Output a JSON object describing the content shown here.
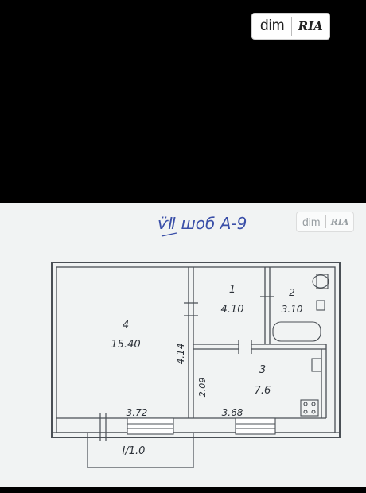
{
  "watermark": {
    "brand_text": "dim",
    "brand_badge": "RIA"
  },
  "plan": {
    "header_note": "ѵ̈Ⅱ шоб А-9",
    "rooms": [
      {
        "number": "4",
        "area": "15.40"
      },
      {
        "number": "1",
        "area": "4.10"
      },
      {
        "number": "2",
        "area": "3.10"
      },
      {
        "number": "3",
        "area": "7.6"
      }
    ],
    "dimensions": {
      "room4_width": "3.72",
      "room3_width": "3.68",
      "room4_height": "4.14",
      "room3_height": "2.09"
    },
    "balcony_label": "I/1.0"
  },
  "colors": {
    "background": "#000000",
    "paper": "#f1f3f3",
    "wall": "#4a4f55",
    "ink": "#2c3138",
    "note_ink": "#3a4fa8"
  }
}
